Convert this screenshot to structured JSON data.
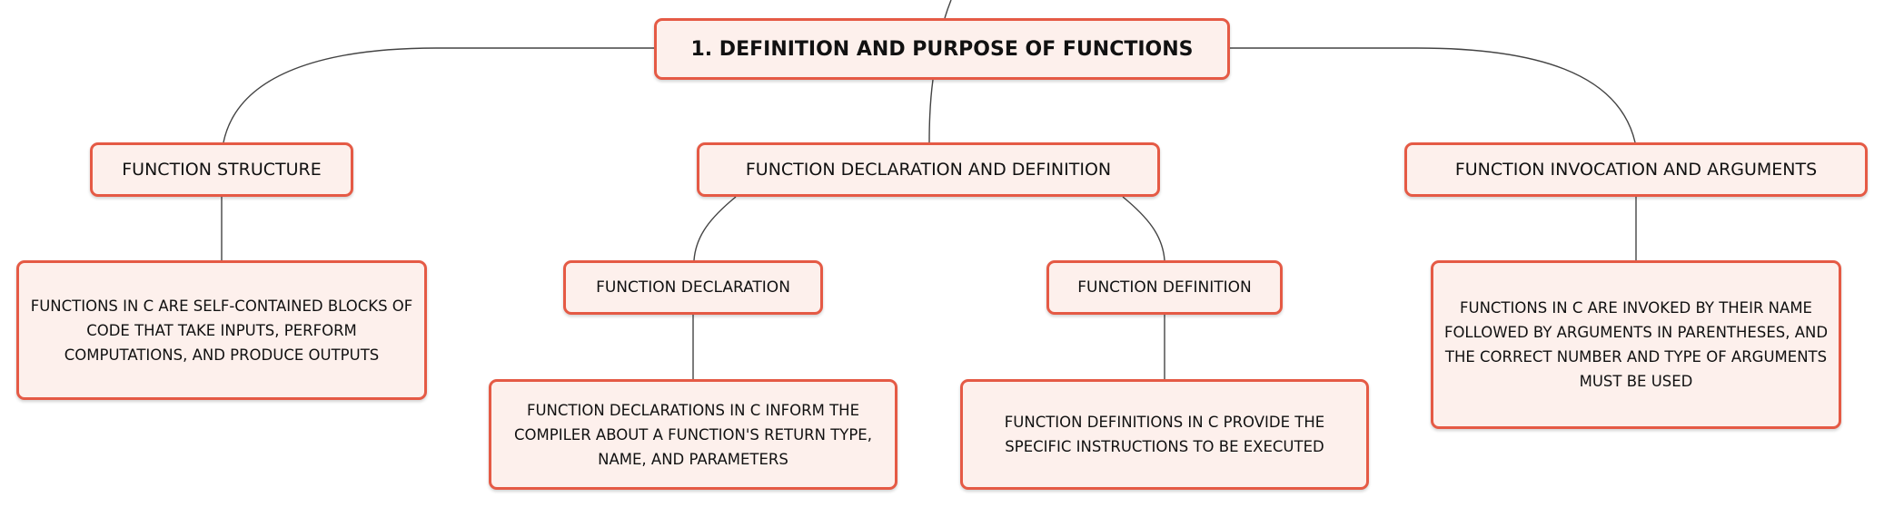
{
  "diagram": {
    "root": {
      "label": "1. DEFINITION AND PURPOSE OF FUNCTIONS"
    },
    "branches": {
      "structure": {
        "label": "FUNCTION STRUCTURE",
        "detail": "FUNCTIONS IN C ARE SELF-CONTAINED BLOCKS OF CODE THAT TAKE INPUTS, PERFORM COMPUTATIONS, AND PRODUCE OUTPUTS"
      },
      "declaration_definition": {
        "label": "FUNCTION DECLARATION AND DEFINITION",
        "declaration": {
          "label": "FUNCTION DECLARATION",
          "detail": "FUNCTION DECLARATIONS IN C INFORM THE COMPILER ABOUT A FUNCTION'S RETURN TYPE, NAME, AND PARAMETERS"
        },
        "definition": {
          "label": "FUNCTION DEFINITION",
          "detail": "FUNCTION DEFINITIONS IN C PROVIDE THE SPECIFIC INSTRUCTIONS TO BE EXECUTED"
        }
      },
      "invocation": {
        "label": "FUNCTION INVOCATION AND ARGUMENTS",
        "detail": "FUNCTIONS IN C ARE INVOKED BY THEIR NAME FOLLOWED BY ARGUMENTS IN PARENTHESES, AND THE CORRECT NUMBER AND TYPE OF ARGUMENTS MUST BE USED"
      }
    },
    "colors": {
      "node_border": "#e55a45",
      "node_fill": "#fdf0ec",
      "connector": "#444444"
    }
  }
}
